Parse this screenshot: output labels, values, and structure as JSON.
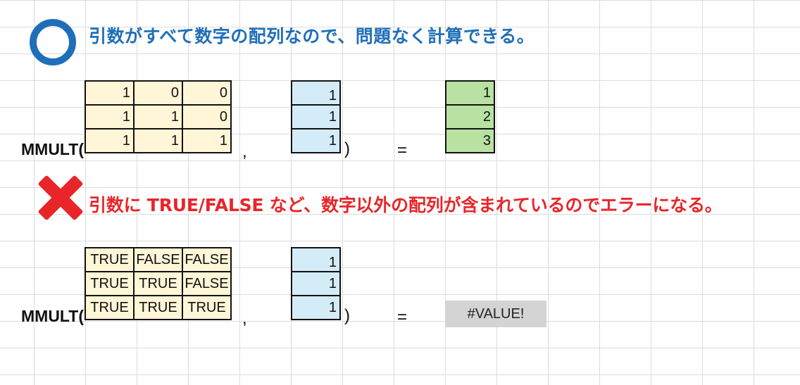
{
  "success_case": {
    "heading": "引数がすべて数字の配列なので、問題なく計算できる。",
    "function_label": "MMULT(",
    "comma": ",",
    "close_paren": ")",
    "equals": "=",
    "matrix_a": [
      [
        "1",
        "0",
        "0"
      ],
      [
        "1",
        "1",
        "0"
      ],
      [
        "1",
        "1",
        "1"
      ]
    ],
    "vector_b": [
      "1",
      "1",
      "1"
    ],
    "result": [
      "1",
      "2",
      "3"
    ]
  },
  "error_case": {
    "heading": "引数に TRUE/FALSE など、数字以外の配列が含まれているのでエラーになる。",
    "function_label": "MMULT(",
    "comma": ",",
    "close_paren": ")",
    "equals": "=",
    "matrix_a": [
      [
        "TRUE",
        "FALSE",
        "FALSE"
      ],
      [
        "TRUE",
        "TRUE",
        "FALSE"
      ],
      [
        "TRUE",
        "TRUE",
        "TRUE"
      ]
    ],
    "vector_b": [
      "1",
      "1",
      "1"
    ],
    "result": "#VALUE!"
  },
  "colors": {
    "ok_blue": "#1f6fb8",
    "error_red": "#e8262a",
    "matrix_yellow": "#fff6d7",
    "vector_blue": "#d4ecf8",
    "result_green": "#b8e1a2",
    "error_gray": "#d4d4d4"
  },
  "icons": {
    "ok": "circle-icon",
    "error": "cross-icon"
  }
}
